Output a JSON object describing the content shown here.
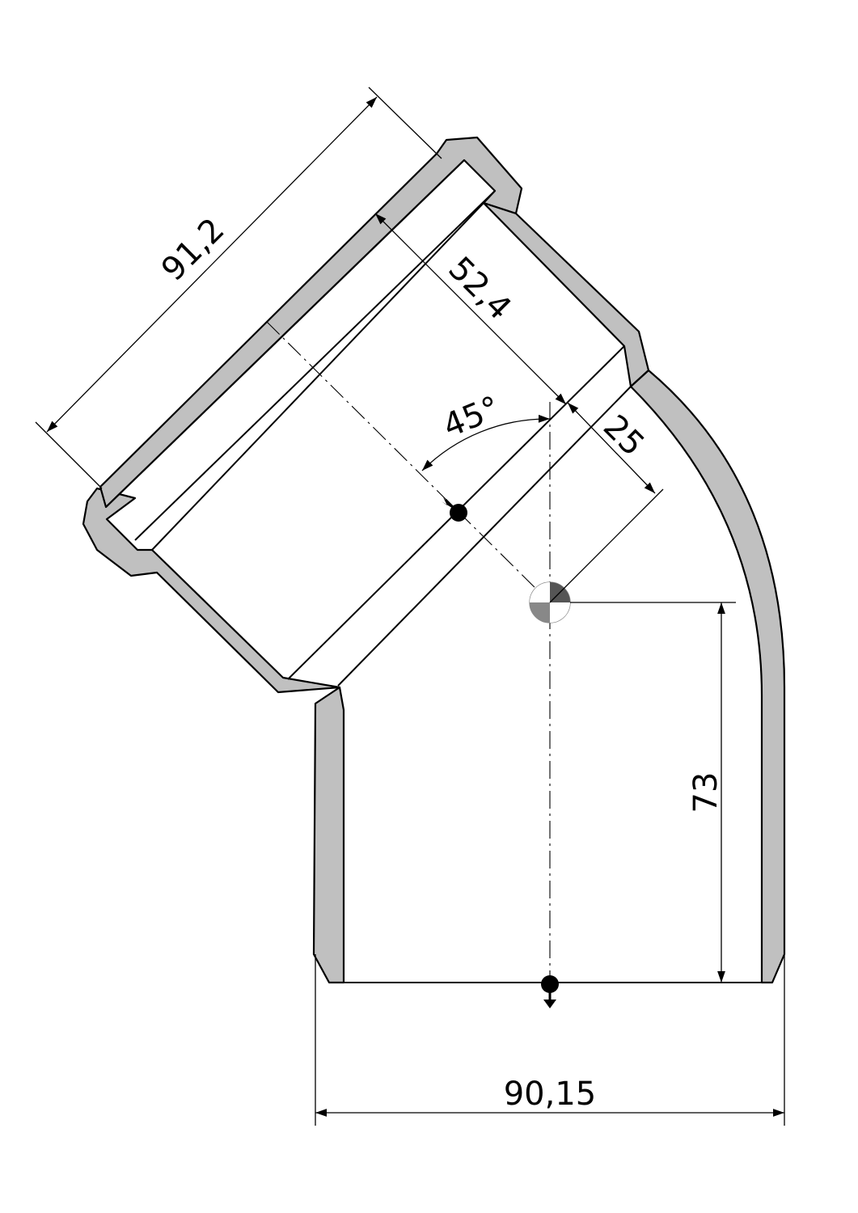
{
  "drawing": {
    "angle_label": "45°",
    "dimensions": {
      "overall_length": "91,2",
      "socket_depth": "52,4",
      "offset": "25",
      "height": "73",
      "outer_diameter": "90,15"
    }
  }
}
